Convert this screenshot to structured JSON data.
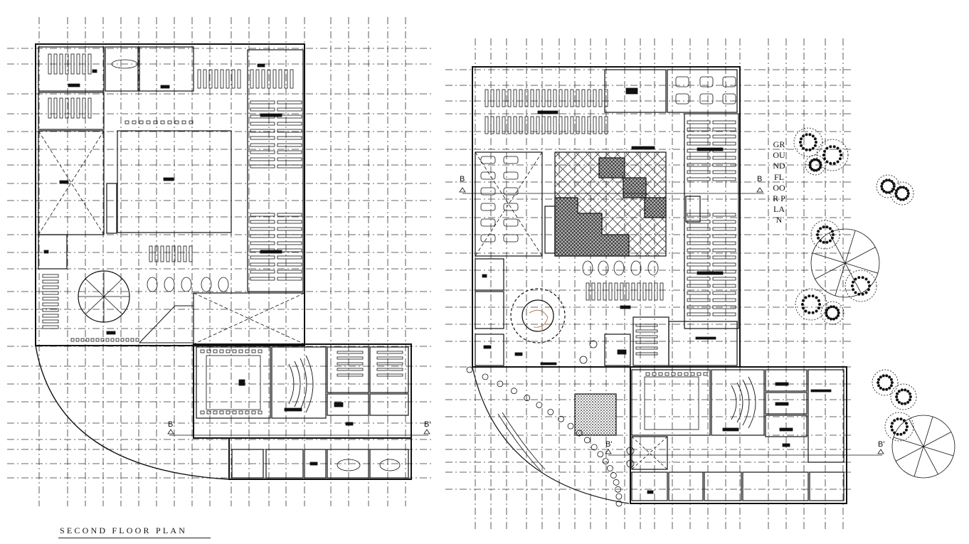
{
  "titles": {
    "second_floor": "SECOND FLOOR PLAN",
    "ground_floor": "GROUND FLOOR PLAN"
  },
  "section_marks": {
    "second_left": "B'",
    "second_right": "B'",
    "ground_left": "B",
    "ground_right": "B",
    "ground_lower_left": "B'",
    "ground_lower_right": "B'"
  },
  "colors": {
    "line": "#1a1a1a",
    "grid": "#333333",
    "hatch": "#222222",
    "accent_furniture": "#b4632f"
  }
}
